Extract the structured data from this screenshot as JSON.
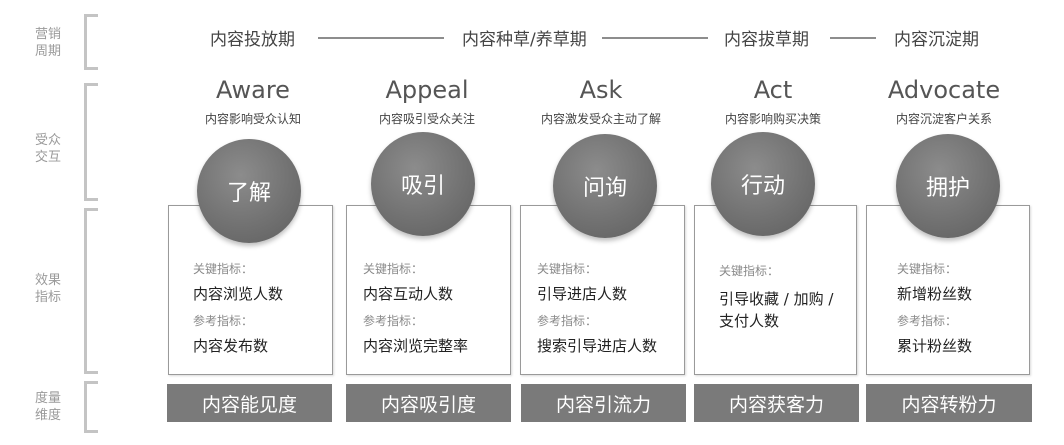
{
  "rows": {
    "cycle": "营销\n周期",
    "interaction": "受众\n交互",
    "effect": "效果\n指标",
    "dimension": "度量\n维度"
  },
  "phases": [
    "内容投放期",
    "内容种草/养草期",
    "内容拔草期",
    "内容沉淀期"
  ],
  "stages": [
    {
      "en": "Aware",
      "cn": "内容影响受众认知",
      "circle": "了解",
      "key_label": "关键指标：",
      "key_value": "内容浏览人数",
      "ref_label": "参考指标：",
      "ref_value": "内容发布数",
      "dimension": "内容能见度"
    },
    {
      "en": "Appeal",
      "cn": "内容吸引受众关注",
      "circle": "吸引",
      "key_label": "关键指标：",
      "key_value": "内容互动人数",
      "ref_label": "参考指标：",
      "ref_value": "内容浏览完整率",
      "dimension": "内容吸引度"
    },
    {
      "en": "Ask",
      "cn": "内容激发受众主动了解",
      "circle": "问询",
      "key_label": "关键指标：",
      "key_value": "引导进店人数",
      "ref_label": "参考指标：",
      "ref_value": "搜索引导进店人数",
      "dimension": "内容引流力"
    },
    {
      "en": "Act",
      "cn": "内容影响购买决策",
      "circle": "行动",
      "key_label": "关键指标：",
      "key_value": "引导收藏 / 加购 /\n支付人数",
      "ref_label": "",
      "ref_value": "",
      "dimension": "内容获客力"
    },
    {
      "en": "Advocate",
      "cn": "内容沉淀客户关系",
      "circle": "拥护",
      "key_label": "关键指标：",
      "key_value": "新增粉丝数",
      "ref_label": "参考指标：",
      "ref_value": "累计粉丝数",
      "dimension": "内容转粉力"
    }
  ],
  "colors": {
    "circle": "#727272",
    "bar": "#7a7a7a",
    "bracket": "#c4c4c4",
    "line": "#8d8d8d"
  }
}
